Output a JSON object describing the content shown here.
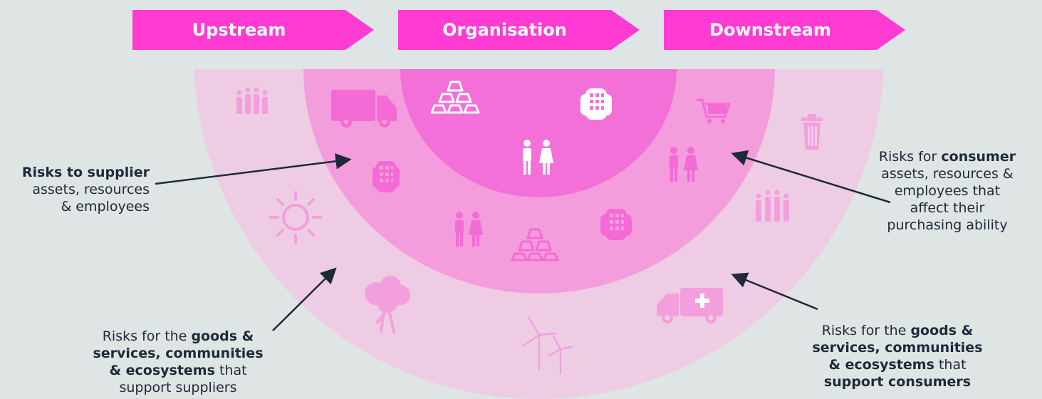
{
  "stages": {
    "upstream": "Upstream",
    "organisation": "Organisation",
    "downstream": "Downstream"
  },
  "colors": {
    "banner": "#ff3bd4",
    "outer_ring": "#eecde4",
    "middle_ring": "#f39ddd",
    "inner_core": "#f270d8",
    "icon_light": "#f49fdd",
    "icon_mid": "#f56bd6",
    "icon_white": "#ffffff",
    "background": "#dfe4e4",
    "arrow": "#1d2a3a"
  },
  "callouts": {
    "supplier": {
      "l1_bold": "Risks to supplier",
      "l2": "assets, resources",
      "l3": "& employees"
    },
    "consumer": {
      "l1_pre": "Risks for ",
      "l1_bold": "consumer",
      "l2": "assets, resources &",
      "l3": "employees that",
      "l4": "affect their",
      "l5": "purchasing ability"
    },
    "upstream_eco": {
      "l1_pre": "Risks for the ",
      "l1_bold": "goods &",
      "l2_bold": "services, communities",
      "l3_bold": "& ecosystems",
      "l3_post": " that",
      "l4": "support suppliers"
    },
    "downstream_eco": {
      "l1_pre": "Risks for the ",
      "l1_bold": "goods &",
      "l2_bold": "services, communities",
      "l3_bold": "& ecosystems",
      "l3_post": " that",
      "l4_bold": "support consumers"
    }
  },
  "icons": {
    "outer_upstream": [
      "people-group-icon",
      "sun-icon",
      "tree-icon",
      "wind-turbine-icon"
    ],
    "middle_upstream": [
      "truck-icon",
      "building-icon",
      "workers-icon",
      "gold-bars-icon"
    ],
    "core": [
      "gold-bars-icon",
      "building-icon",
      "workers-icon"
    ],
    "middle_downstream": [
      "shopping-cart-icon",
      "workers-icon",
      "building-icon"
    ],
    "outer_downstream": [
      "trash-can-icon",
      "people-group-icon",
      "ambulance-icon"
    ]
  }
}
